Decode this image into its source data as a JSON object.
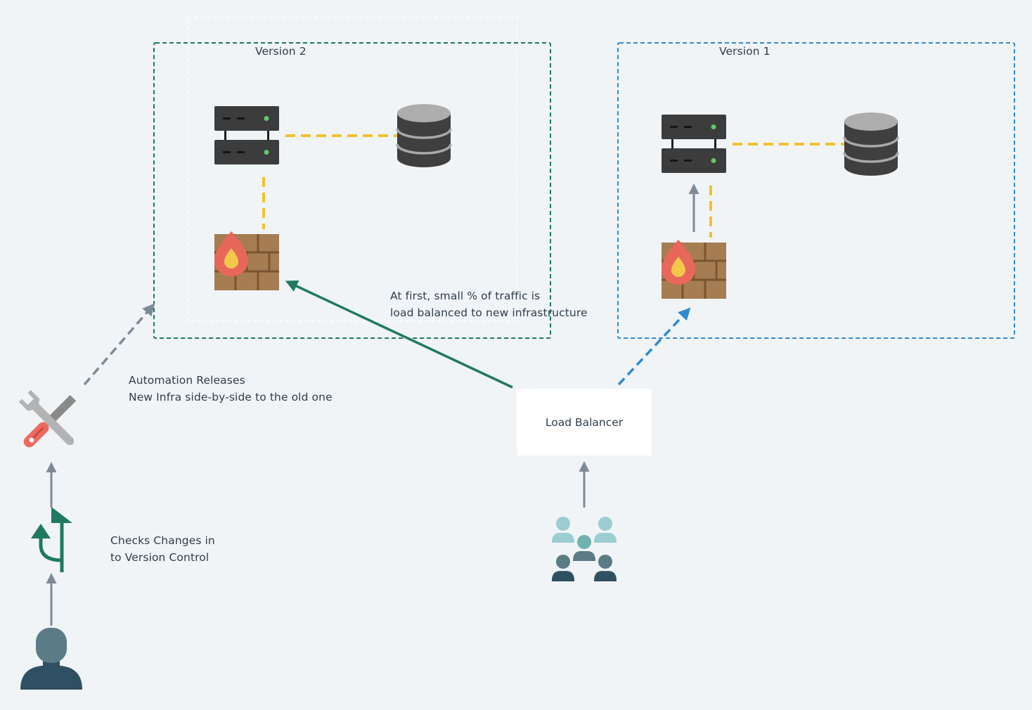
{
  "groups": {
    "version2_label": "Version 2",
    "version1_label": "Version 1"
  },
  "annotations": {
    "traffic_line1": "At first, small % of traffic is",
    "traffic_line2": "load balanced to new infrastructure",
    "automation_line1": "Automation Releases",
    "automation_line2": "New Infra side-by-side to the old one",
    "checks_line1": "Checks Changes in",
    "checks_line2": "to Version Control"
  },
  "nodes": {
    "load_balancer_label": "Load Balancer"
  },
  "icons": {
    "server": "server-rack-icon",
    "database": "database-icon",
    "firewall": "firewall-icon",
    "tools": "tools-icon",
    "version_control": "version-control-branch-icon",
    "developer": "developer-user-icon",
    "users": "users-group-icon"
  },
  "colors": {
    "background": "#f0f4f7",
    "version2_border": "#1e7a60",
    "version1_border": "#2f8ad1",
    "db_link": "#f2c12e",
    "new_traffic": "#1e7a60",
    "old_traffic": "#2f8ad1",
    "neutral_arrow": "#7e8b97"
  }
}
